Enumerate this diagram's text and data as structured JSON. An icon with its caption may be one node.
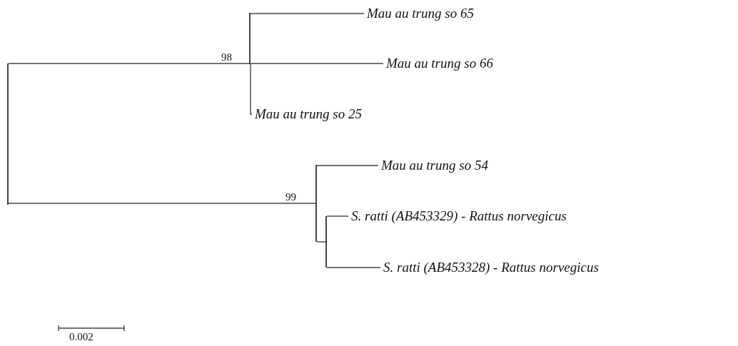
{
  "diagram": {
    "nodes": [
      {
        "text": [],
        "shape": "bar"
      },
      {
        "text": [],
        "shape": "bar",
        "beside": [
          "98"
        ]
      },
      {
        "text": [
          "Mau au trung so 65"
        ]
      },
      {
        "text": [
          "Mau au trung so 66"
        ]
      },
      {
        "text": [
          "Mau au trung so 25"
        ]
      },
      {
        "text": [],
        "shape": "bar",
        "beside": [
          "99"
        ]
      },
      {
        "text": [
          "Mau au trung so 54"
        ]
      },
      {
        "text": [],
        "shape": "bar"
      },
      {
        "text": [
          "S. ratti (AB453329) - Rattus norvegicus"
        ]
      },
      {
        "text": [
          "S. ratti (AB453328) - Rattus norvegicus"
        ]
      }
    ],
    "edges": [
      {
        "from": 0,
        "to": 1,
        "arrow": "none"
      },
      {
        "from": 1,
        "to": 2,
        "arrow": "none"
      },
      {
        "from": 1,
        "to": 3,
        "arrow": "none"
      },
      {
        "from": 1,
        "to": 4,
        "arrow": "none"
      },
      {
        "from": 0,
        "to": 5,
        "arrow": "none"
      },
      {
        "from": 5,
        "to": 6,
        "arrow": "none"
      },
      {
        "from": 5,
        "to": 7,
        "arrow": "none"
      },
      {
        "from": 7,
        "to": 8,
        "arrow": "none"
      },
      {
        "from": 7,
        "to": 9,
        "arrow": "none"
      }
    ],
    "labels": [
      "0.002"
    ]
  }
}
